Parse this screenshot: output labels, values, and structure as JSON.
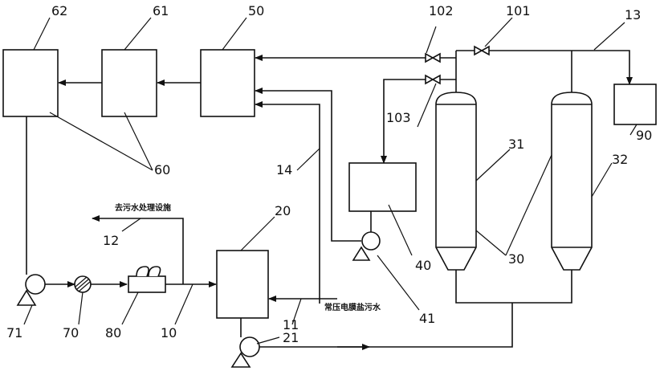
{
  "labels": {
    "n62": "62",
    "n61": "61",
    "n50": "50",
    "n102": "102",
    "n101": "101",
    "n13": "13",
    "n103": "103",
    "n90": "90",
    "n31": "31",
    "n32": "32",
    "n60": "60",
    "n14": "14",
    "n20": "20",
    "n12": "12",
    "n40": "40",
    "n30": "30",
    "n71": "71",
    "n70": "70",
    "n80": "80",
    "n10": "10",
    "n11": "11",
    "n21": "21",
    "n41": "41"
  },
  "annotations": {
    "to_treatment": "去污水处理设施",
    "membrane_sewage": "常压电膜盐污水"
  },
  "colors": {
    "line": "#111111",
    "background": "#ffffff"
  }
}
